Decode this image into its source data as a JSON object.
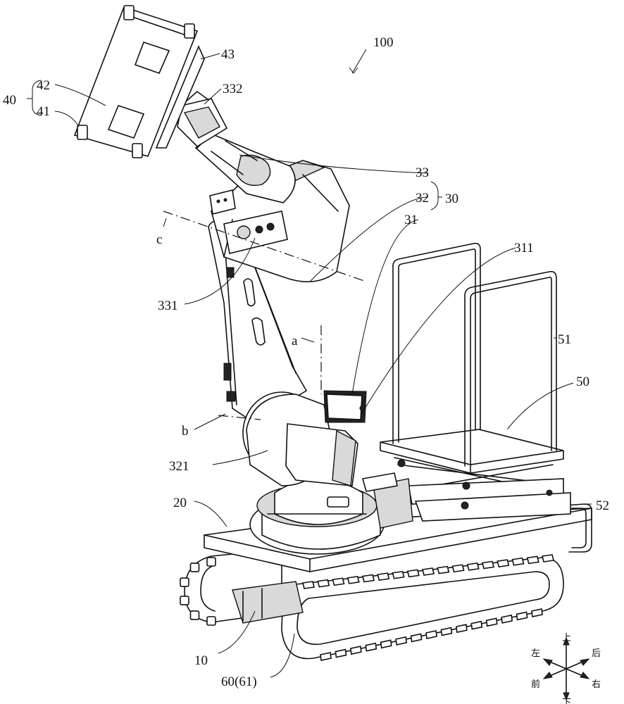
{
  "labels": {
    "l100": "100",
    "l40": "40",
    "l42": "42",
    "l41": "41",
    "l43": "43",
    "l332": "332",
    "l33": "33",
    "l32": "32",
    "l30": "30",
    "l31": "31",
    "l311": "311",
    "lc": "c",
    "l331": "331",
    "la": "a",
    "l51": "51",
    "l50": "50",
    "lb": "b",
    "l321": "321",
    "l20": "20",
    "l52": "52",
    "l10": "10",
    "l6061": "60(61)"
  },
  "compass": {
    "up": "上",
    "down": "下",
    "left": "左",
    "right": "右",
    "front": "前",
    "back": "后"
  }
}
